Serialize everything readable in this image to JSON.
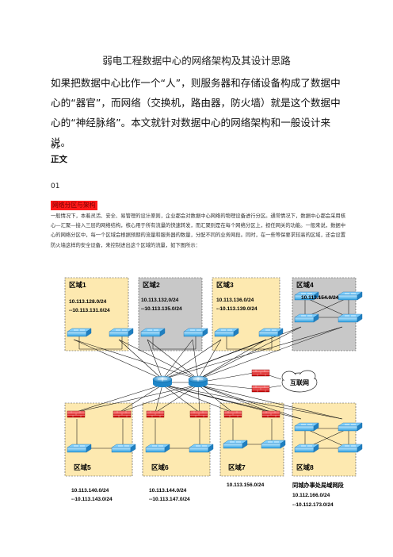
{
  "title": "弱电工程数据中心的网络架构及其设计思路",
  "lead": "如果把数据中心比作一个“人”，则服务器和存储设备构成了数据中心的“器官”，而网络（交换机，路由器，防火墙）就是这个数据中心的“神经脉络”。本文就针对数据中心的网络架构和一般设计来说。",
  "sec1_num": "01",
  "sec1_title": "正文",
  "sec2_num": "01",
  "sec2_label": "网络分区与架构",
  "paragraph": "一般情况下，本着灵活、安全、易管理的设计原则，企业都会对数据中心网络的物理设备进行分区。通常情况下，数据中心都会采用核心—汇聚—接入三层的网络结构，核心用于所有流量的快速转发，而汇聚则是在每个网络分区上，担任网关的功能。一般来说，数据中心的网络分区中，每一个区域会根据预期的流量和服务器的数量，分配不同的业务网段。同时，在一些等保要求较高的区域，还会设置防火墙这样的安全设备，来控制进出这个区域的流量，如下图所示：",
  "diagram": {
    "internet_label": "互联网",
    "zones": [
      {
        "name": "区域1",
        "range1": "10.113.128.0/24",
        "range2": "--10.113.131.0/24"
      },
      {
        "name": "区域2",
        "range1": "10.113.132.0/24",
        "range2": "--10.113.135.0/24"
      },
      {
        "name": "区域3",
        "range1": "10.113.136.0/24",
        "range2": "--10.113.139.0/24"
      },
      {
        "name": "区域4",
        "range1": "10.113.154.0/24",
        "range2": ""
      },
      {
        "name": "区域5",
        "range1": "10.113.140.0/24",
        "range2": "--10.113.143.0/24"
      },
      {
        "name": "区域6",
        "range1": "10.113.144.0/24",
        "range2": "--10.113.147.0/24"
      },
      {
        "name": "区域7",
        "range1": "10.113.156.0/24",
        "range2": ""
      },
      {
        "name": "区域8",
        "range0": "同城办事处局域网段",
        "range1": "10.112.166.0/24",
        "range2": "--10.112.173.0/24"
      }
    ]
  }
}
